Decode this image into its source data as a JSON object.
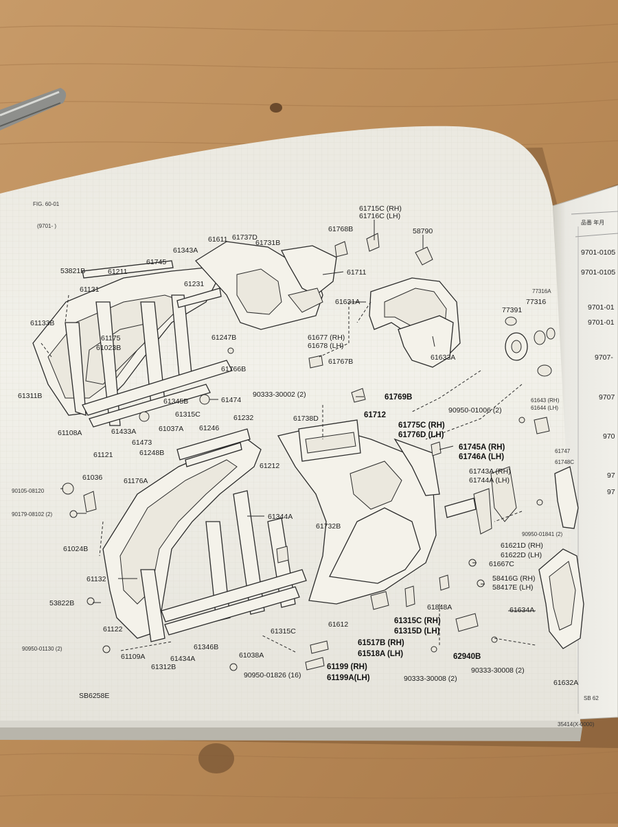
{
  "header": {
    "fig_ref": "FIG. 60-01",
    "small_code": "(9701-   )",
    "diagram_code": "SB6258E",
    "right_code": "SB 62",
    "footer_code": "35414(X-0000)"
  },
  "right_page": {
    "header": "品番  年月",
    "rows": [
      "9701-0105",
      "9701-0105",
      "9701-01",
      "9701-01",
      "9707-",
      "9707",
      "970",
      "97",
      "97"
    ]
  },
  "parts": {
    "p61715c": "61715C (RH)",
    "p61716c": "61716C (LH)",
    "p58790": "58790",
    "p61768b": "61768B",
    "p61711": "61711",
    "p61611": "61611",
    "p61737d": "61737D",
    "p61731b": "61731B",
    "p61343a": "61343A",
    "p61745": "61745",
    "p53821b": "53821B",
    "p61211": "61211",
    "p61131": "61131",
    "p61231": "61231",
    "p61631a": "61631A",
    "p77316a": "77316A",
    "p77316": "77316",
    "p77391": "77391",
    "p61133b": "61133B",
    "p61175": "61175",
    "p61023b": "61023B",
    "p61247b": "61247B",
    "p61677": "61677 (RH)",
    "p61678": "61678 (LH)",
    "p61633a": "61633A",
    "p61767b": "61767B",
    "p61766b": "61766B",
    "p61311b": "61311B",
    "p61345b": "61345B",
    "p61474": "61474",
    "p90333_30002": "90333-30002 (2)",
    "p61769b": "61769B",
    "p61643": "61643 (RH)",
    "p61644": "61644 (LH)",
    "p61108a": "61108A",
    "p61433a": "61433A",
    "p61037a": "61037A",
    "p61315c_a": "61315C",
    "p61232": "61232",
    "p61738d": "61738D",
    "p61712": "61712",
    "p90950_01006": "90950-01006 (2)",
    "p61121": "61121",
    "p61473": "61473",
    "p61246": "61246",
    "p61775c": "61775C (RH)",
    "p61776d": "61776D (LH)",
    "p61248b": "61248B",
    "p61745a": "61745A (RH)",
    "p61746a": "61746A (LH)",
    "p61747": "61747",
    "p61748c": "61748C",
    "p61176a": "61176A",
    "p61212": "61212",
    "p61743a": "61743A (RH)",
    "p61744a": "61744A (LH)",
    "p61036": "61036",
    "p90105_08120": "90105-08120",
    "p90179_08102": "90179-08102 (2)",
    "p61344a": "61344A",
    "p61732b": "61732B",
    "p90950_01841": "90950-01841 (2)",
    "p61024b": "61024B",
    "p61621d": "61621D (RH)",
    "p61622d": "61622D (LH)",
    "p61132": "61132",
    "p61667c": "61667C",
    "p58416g": "58416G (RH)",
    "p58417e": "58417E (LH)",
    "p53822b": "53822B",
    "p61848a": "61848A",
    "p61634a": "61634A",
    "p61122": "61122",
    "p61612": "61612",
    "p61315c_b": "61315C",
    "p61315c_rh": "61315C (RH)",
    "p61315d_lh": "61315D (LH)",
    "p61346b": "61346B",
    "p61038a": "61038A",
    "p90950_01130": "90950-01130 (2)",
    "p61517b": "61517B (RH)",
    "p61518a": "61518A (LH)",
    "p62940b": "62940B",
    "p61109a": "61109A",
    "p61434a": "61434A",
    "p61312b": "61312B",
    "p90333_30008_a": "90333-30008 (2)",
    "p90333_30008_b": "90333-30008 (2)",
    "p61199": "61199 (RH)",
    "p61199a": "61199A(LH)",
    "p90950_01826": "90950-01826 (16)",
    "p61632a": "61632A"
  }
}
